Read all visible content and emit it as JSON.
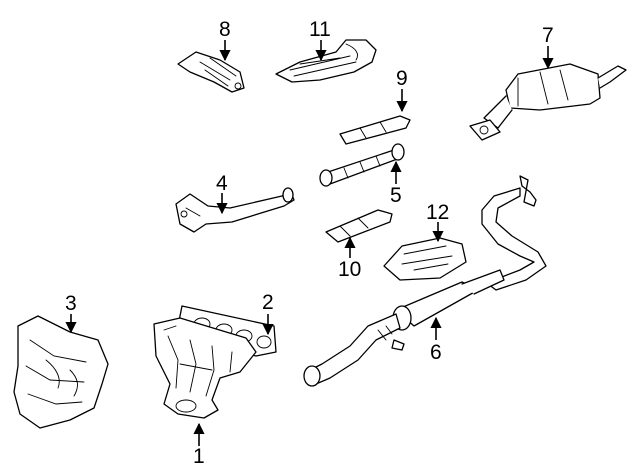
{
  "diagram": {
    "background": "#ffffff",
    "line_color": "#000000",
    "callouts": [
      "1",
      "2",
      "3",
      "4",
      "5",
      "6",
      "7",
      "8",
      "9",
      "10",
      "11",
      "12"
    ]
  }
}
